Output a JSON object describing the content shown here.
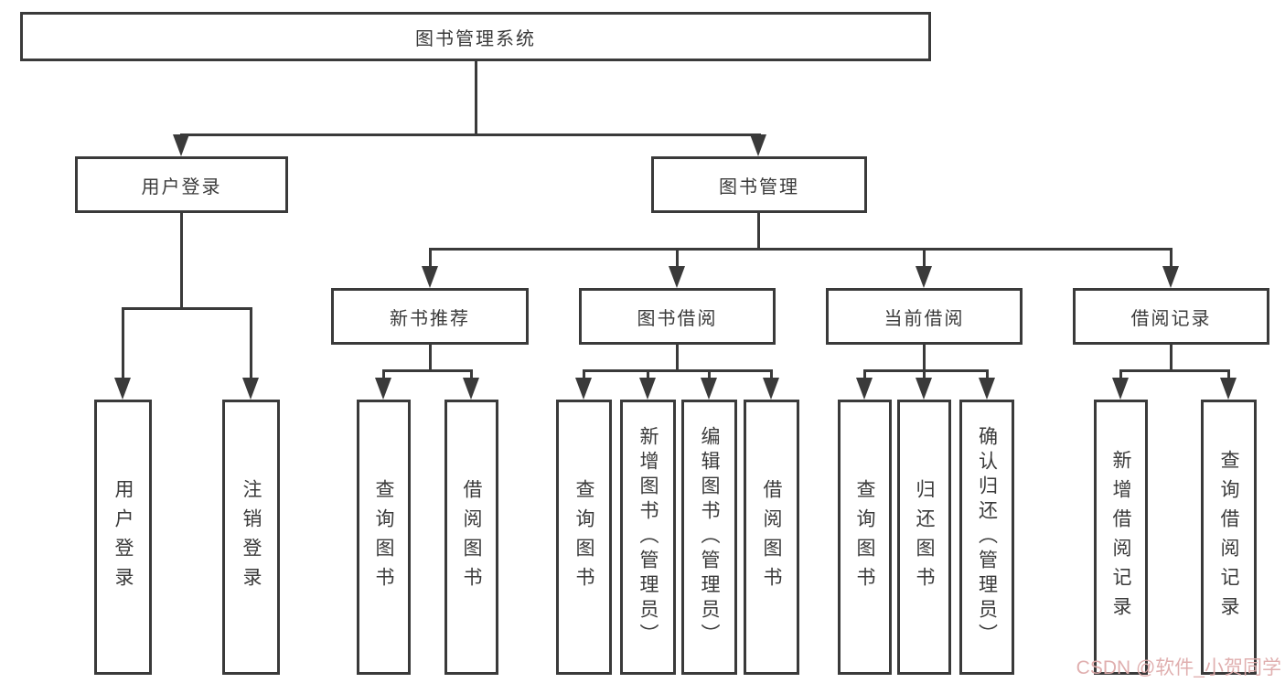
{
  "diagram": {
    "type": "hierarchy-tree",
    "title": "图书管理系统"
  },
  "nodes": {
    "root": {
      "label": "图书管理系统"
    },
    "user_login": {
      "label": "用户登录"
    },
    "book_mgmt": {
      "label": "图书管理"
    },
    "new_book_rec": {
      "label": "新书推荐"
    },
    "book_borrow": {
      "label": "图书借阅"
    },
    "current_borrow": {
      "label": "当前借阅"
    },
    "borrow_records": {
      "label": "借阅记录"
    },
    "leaf_user_login": {
      "label": "用户登录"
    },
    "leaf_logout": {
      "label": "注销登录"
    },
    "leaf_query_book_rec": {
      "label": "查询图书"
    },
    "leaf_borrow_book_rec": {
      "label": "借阅图书"
    },
    "leaf_query_book_borrow": {
      "label": "查询图书"
    },
    "leaf_add_book_admin": {
      "label": "新增图书（管理员）"
    },
    "leaf_edit_book_admin": {
      "label": "编辑图书（管理员）"
    },
    "leaf_borrow_book_borrow": {
      "label": "借阅图书"
    },
    "leaf_query_book_current": {
      "label": "查询图书"
    },
    "leaf_return_book": {
      "label": "归还图书"
    },
    "leaf_confirm_return_admin": {
      "label": "确认归还（管理员）"
    },
    "leaf_add_borrow_record": {
      "label": "新增借阅记录"
    },
    "leaf_query_borrow_record": {
      "label": "查询借阅记录"
    }
  },
  "watermark": {
    "text": "CSDN @软件_小贺同学"
  },
  "colors": {
    "line": "#3a3a3a",
    "background": "#ffffff",
    "watermark": "#deabab"
  }
}
